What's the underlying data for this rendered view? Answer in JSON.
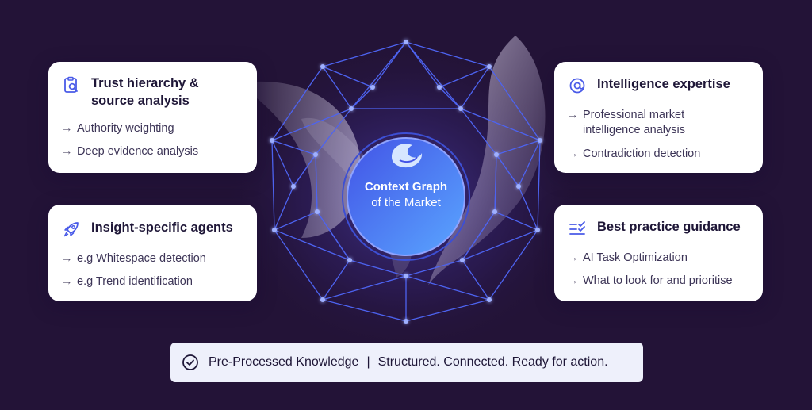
{
  "cards": {
    "trust": {
      "icon": "clipboard-search-icon",
      "title_line1": "Trust hierarchy &",
      "title_line2": "source analysis",
      "items": [
        "Authority weighting",
        "Deep evidence analysis"
      ]
    },
    "insight": {
      "icon": "rocket-icon",
      "title": "Insight-specific agents",
      "items": [
        "e.g Whitespace detection",
        "e.g Trend identification"
      ]
    },
    "intelligence": {
      "icon": "at-sign-icon",
      "title": "Intelligence expertise",
      "items": [
        "Professional market",
        "intelligence analysis",
        "Contradiction detection"
      ]
    },
    "guidance": {
      "icon": "checklist-icon",
      "title": "Best practice guidance",
      "items": [
        "AI Task Optimization",
        "What to look for and prioritise"
      ]
    }
  },
  "center": {
    "icon": "logo-swirl-icon",
    "line1": "Context Graph",
    "line2": "of the Market"
  },
  "banner": {
    "icon": "check-circle-icon",
    "left": "Pre-Processed Knowledge",
    "separator": "|",
    "right": "Structured. Connected. Ready for action."
  },
  "arrow": "→",
  "colors": {
    "background": "#231337",
    "accent": "#4a5be8",
    "node": "#8c9cff",
    "card": "#ffffff",
    "text": "#1e1637"
  }
}
